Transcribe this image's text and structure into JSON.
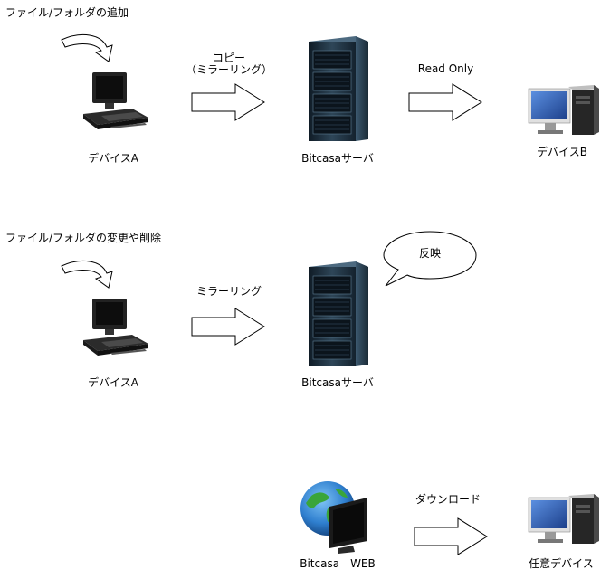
{
  "sections": [
    {
      "heading": "ファイル/フォルダの追加",
      "source_label": "デバイスA",
      "arrow_label_line1": "コピー",
      "arrow_label_line2": "（ミラーリング）",
      "server_label": "Bitcasaサーバ",
      "readonly_label": "Read Only",
      "target_label": "デバイスB"
    },
    {
      "heading": "ファイル/フォルダの変更や削除",
      "source_label": "デバイスA",
      "arrow_label": "ミラーリング",
      "server_label": "Bitcasaサーバ",
      "bubble_text": "反映"
    },
    {
      "web_label": "Bitcasa　WEB",
      "arrow_label": "ダウンロード",
      "target_label": "任意デバイス"
    }
  ],
  "colors": {
    "stroke": "#000000",
    "fill": "#ffffff",
    "server_dark": "#1c2e3c",
    "server_mid": "#2f4a60",
    "monitor_blue": "#2a4f9c"
  }
}
